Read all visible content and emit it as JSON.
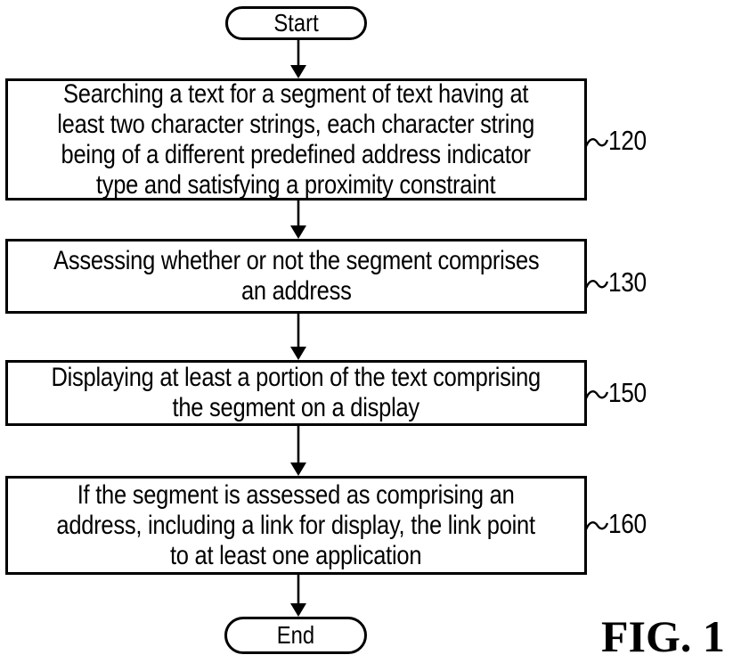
{
  "flow": {
    "start_label": "Start",
    "end_label": "End",
    "figure_label": "FIG. 1",
    "steps": [
      {
        "ref": "120",
        "text": "Searching a text for a segment of text having at\nleast two character strings, each character string\nbeing of a different predefined address indicator\ntype and satisfying a proximity constraint"
      },
      {
        "ref": "130",
        "text": "Assessing whether or not the segment comprises\nan address"
      },
      {
        "ref": "150",
        "text": "Displaying at least a portion of the text comprising\nthe segment on a display"
      },
      {
        "ref": "160",
        "text": "If the segment is assessed as comprising an\naddress, including a link for display, the link point\nto at least one application"
      }
    ],
    "colors": {
      "ink": "#000000",
      "background": "#ffffff"
    }
  }
}
